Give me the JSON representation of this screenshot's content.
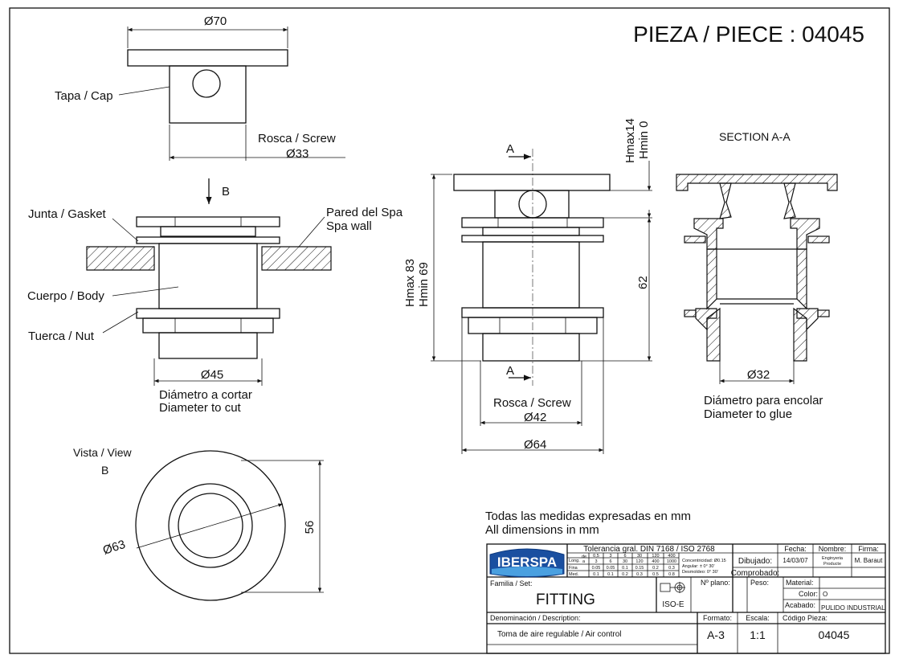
{
  "title": "PIEZA / PIECE : 04045",
  "top_view": {
    "dim_70": "Ø70",
    "cap": "Tapa / Cap",
    "screw_label": "Rosca / Screw",
    "dim_33": "Ø33"
  },
  "assembly": {
    "b": "B",
    "gasket": "Junta / Gasket",
    "wall_1": "Pared del Spa",
    "wall_2": "Spa wall",
    "body": "Cuerpo / Body",
    "nut": "Tuerca / Nut",
    "dim_45": "Ø45",
    "cut_1": "Diámetro a cortar",
    "cut_2": "Diameter to cut"
  },
  "bottom_view": {
    "label": "Vista / View",
    "b": "B",
    "dim_63": "Ø63",
    "dim_56": "56"
  },
  "front_view": {
    "a_top": "A",
    "a_bottom": "A",
    "hmax14": "Hmax14",
    "hmin0": "Hmin 0",
    "hmax83": "Hmax 83",
    "hmin69": "Hmin 69",
    "dim_62": "62",
    "screw_label": "Rosca / Screw",
    "dim_42": "Ø42",
    "dim_64": "Ø64"
  },
  "section": {
    "title": "SECTION A-A",
    "dim_32": "Ø32",
    "glue_1": "Diámetro para encolar",
    "glue_2": "Diameter to glue"
  },
  "notes": {
    "line1": "Todas las medidas expresadas en mm",
    "line2": "All dimensions in mm"
  },
  "title_block": {
    "brand": "IBERSPA",
    "tolerance": "Tolerancia gral. DIN 7168 / ISO 2768",
    "tol_head_label": "Long.",
    "tol_head_de": "de",
    "tol_head_a": "a",
    "tol_cols": [
      "0,5\n3",
      "3\n6",
      "6\n30",
      "30\n120",
      "120\n400",
      "400\n1000"
    ],
    "tol_fina_label": "Fina",
    "tol_fina": [
      "0.05",
      "0.05",
      "0.1",
      "0.15",
      "0.2",
      "0.3"
    ],
    "tol_media_label": "Med.",
    "tol_media": [
      "0.1",
      "0.1",
      "0.2",
      "0.3",
      "0.5",
      "0.8"
    ],
    "concentricidad": "Concentricidad: Ø0.15",
    "angular": "Angular: ± 0° 30'",
    "desmoldeo": "Desmoldeo: 0° 30'",
    "fecha_label": "Fecha:",
    "nombre_label": "Nombre:",
    "firma_label": "Firma:",
    "dibujado_label": "Dibujado:",
    "dibujado_fecha": "14/03/07",
    "dibujado_nombre_1": "Enginyeria",
    "dibujado_nombre_2": "Producte",
    "dibujado_firma": "M. Baraut",
    "comprobado_label": "Comprobado:",
    "familia_label": "Familia / Set:",
    "familia": "FITTING",
    "iso": "ISO-E",
    "plano_label": "Nº plano:",
    "peso_label": "Peso:",
    "material_label": "Material:",
    "color_label": "Color:",
    "color": "O",
    "acabado_label": "Acabado:",
    "acabado": "PULIDO INDUSTRIAL",
    "denominacion_label": "Denominación / Description:",
    "denominacion": "Toma de aire regulable  /  Air control",
    "formato_label": "Formato:",
    "formato": "A-3",
    "escala_label": "Escala:",
    "escala": "1:1",
    "codigo_label": "Código Pieza:",
    "codigo": "04045"
  }
}
